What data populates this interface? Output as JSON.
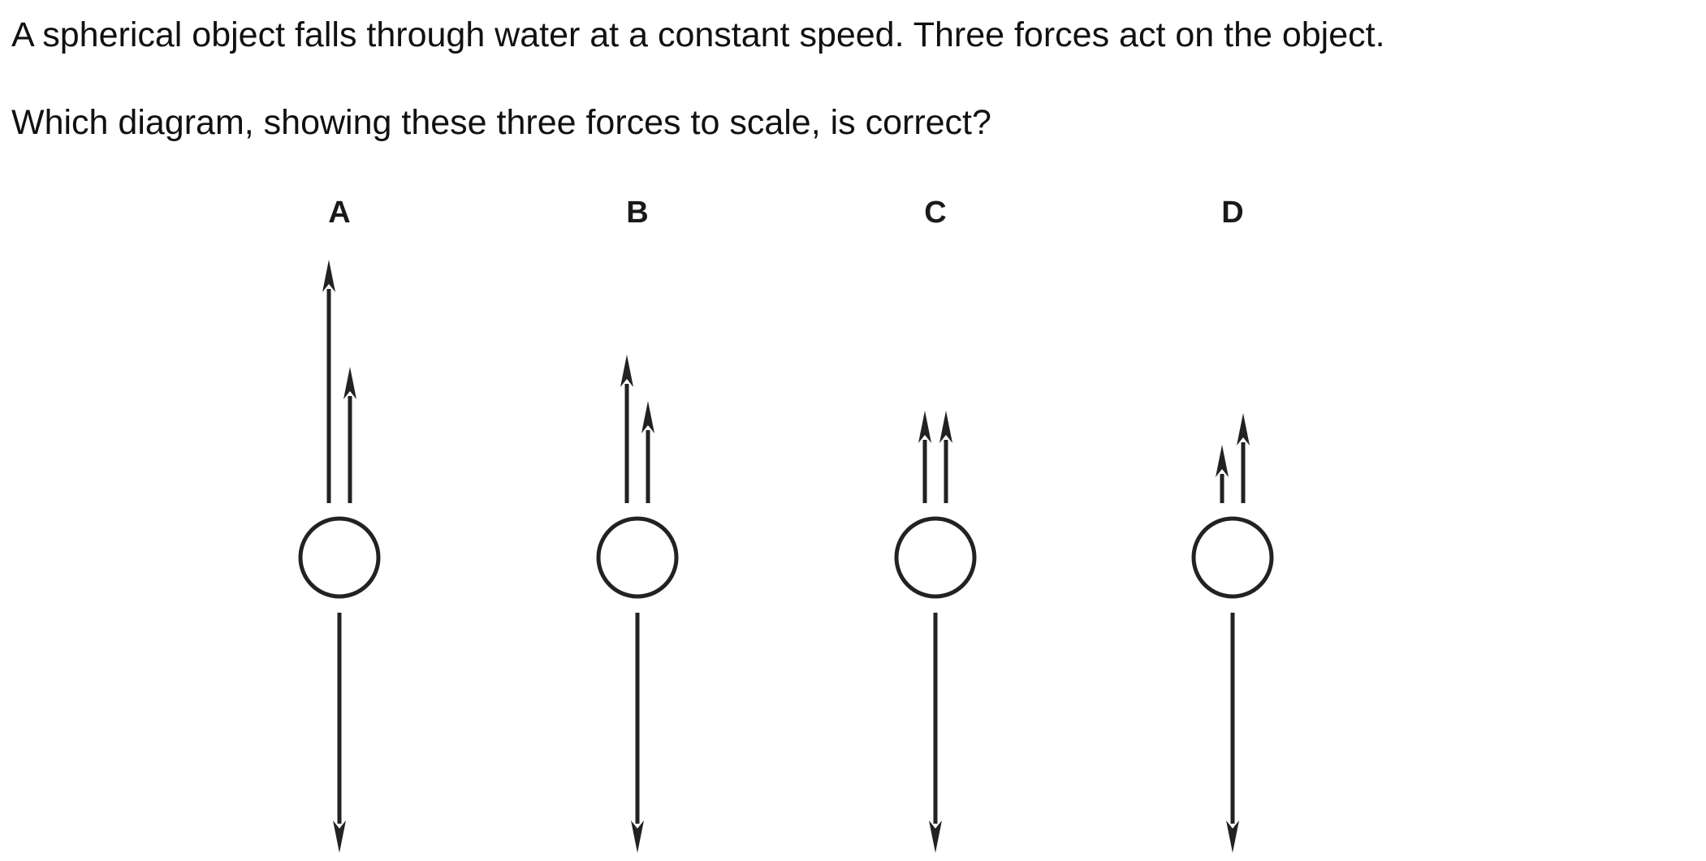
{
  "question": {
    "line1": "A spherical object falls through water at a constant speed. Three forces act on the object.",
    "line2": "Which diagram, showing these three forces to scale, is correct?"
  },
  "options": [
    {
      "label": "A",
      "up_forces": [
        1.0,
        0.56
      ],
      "down_force": 1.0
    },
    {
      "label": "B",
      "up_forces": [
        0.61,
        0.42
      ],
      "down_force": 1.0
    },
    {
      "label": "C",
      "up_forces": [
        0.38,
        0.38
      ],
      "down_force": 1.0
    },
    {
      "label": "D",
      "up_forces": [
        0.24,
        0.37
      ],
      "down_force": 1.0
    }
  ],
  "colors": {
    "ink": "#222222",
    "background": "#ffffff"
  }
}
